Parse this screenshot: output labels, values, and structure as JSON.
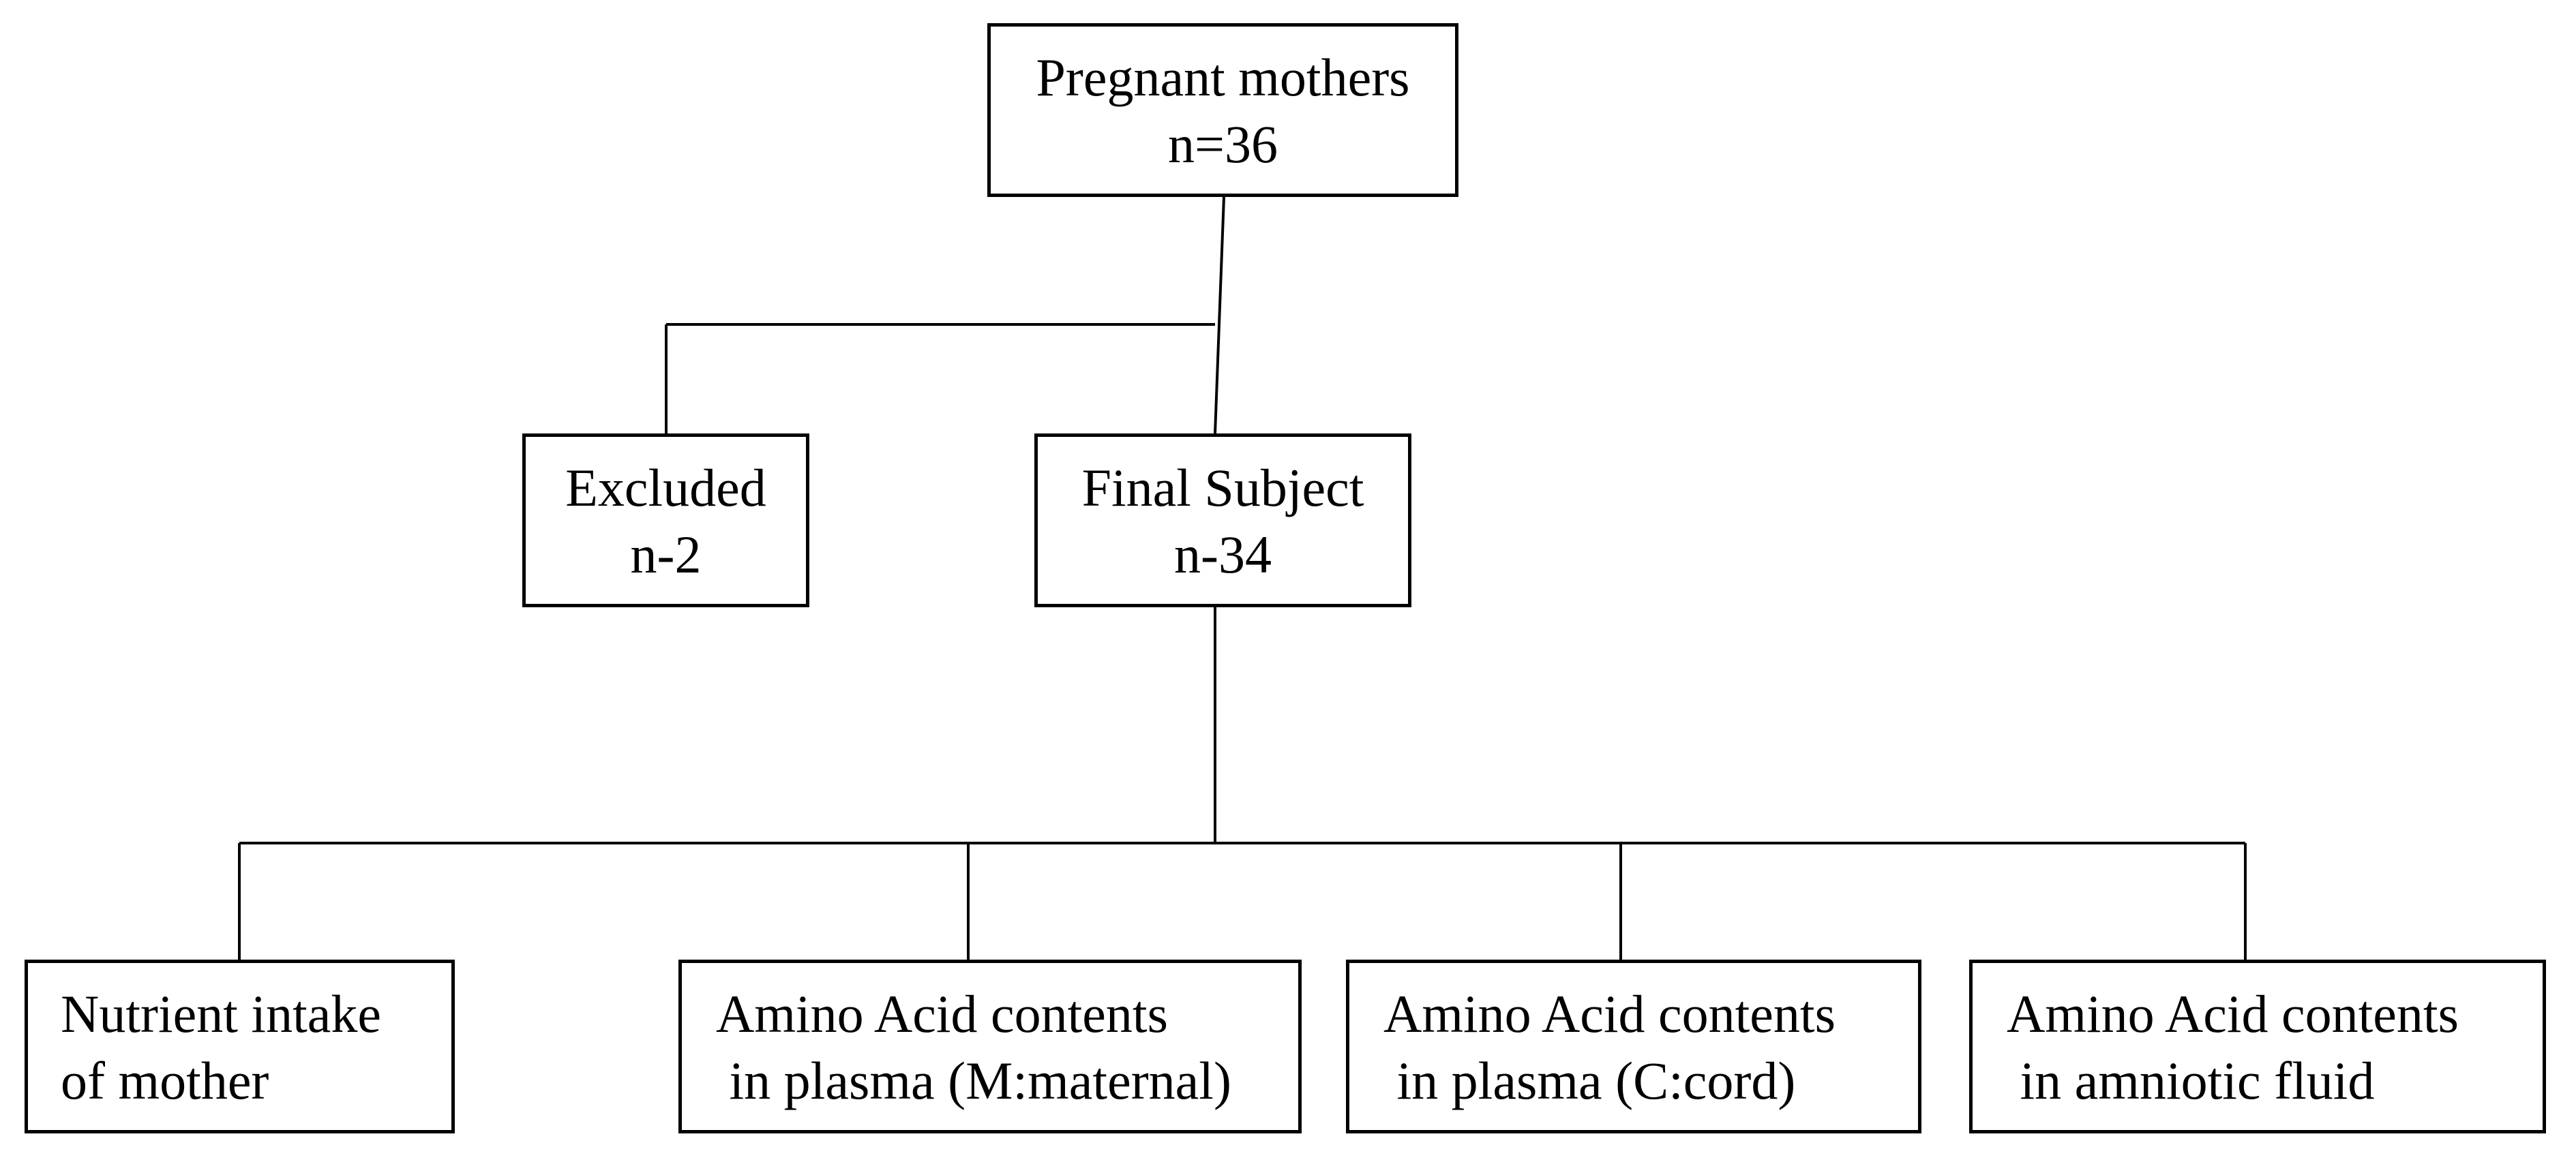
{
  "nodes": {
    "pregnant_mothers": {
      "line1": "Pregnant mothers",
      "line2": "n=36"
    },
    "excluded": {
      "line1": "Excluded",
      "line2": "n-2"
    },
    "final_subject": {
      "line1": "Final Subject",
      "line2": "n-34"
    },
    "nutrient_intake": {
      "line1": "Nutrient intake",
      "line2": "of mother"
    },
    "amino_maternal": {
      "line1": "Amino Acid contents",
      "line2": " in plasma (M:maternal)"
    },
    "amino_cord": {
      "line1": "Amino Acid contents",
      "line2": " in plasma (C:cord)"
    },
    "amino_amniotic": {
      "line1": "Amino Acid contents",
      "line2": " in amniotic fluid"
    }
  },
  "colors": {
    "line": "#000000",
    "box_border": "#000000",
    "background": "#ffffff"
  }
}
